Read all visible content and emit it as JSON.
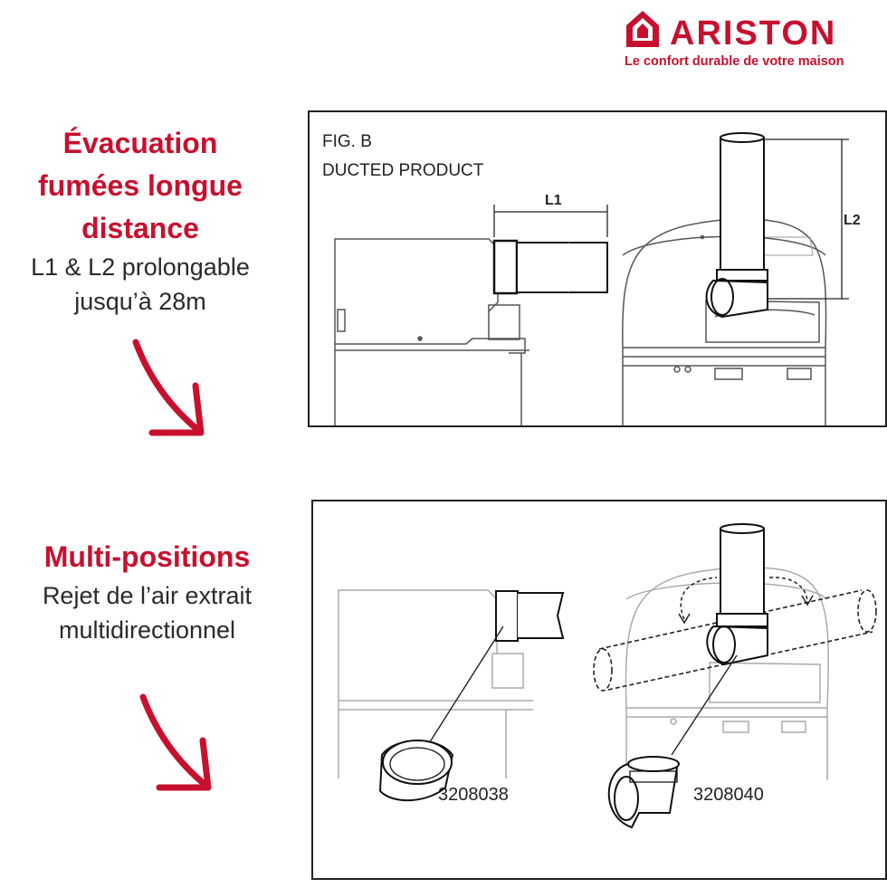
{
  "brand": {
    "name": "ARISTON",
    "tagline": "Le confort durable de votre maison",
    "color": "#c8102e",
    "logo_icon": "house-icon"
  },
  "section1": {
    "headline_lines": [
      "Évacuation",
      "fumées longue",
      "distance"
    ],
    "body_lines": [
      "L1 & L2 prolongable",
      "jusqu’à 28m"
    ],
    "figure": {
      "title": "FIG. B",
      "subtitle": "DUCTED PRODUCT",
      "dim_l1": "L1",
      "dim_l2": "L2"
    }
  },
  "section2": {
    "headline_lines": [
      "Multi-positions"
    ],
    "body_lines": [
      "Rejet de l’air extrait",
      "multidirectionnel"
    ],
    "figure": {
      "part_left": "3208038",
      "part_right": "3208040"
    }
  },
  "icons": {
    "arrow": "curved-arrow-down-icon"
  }
}
